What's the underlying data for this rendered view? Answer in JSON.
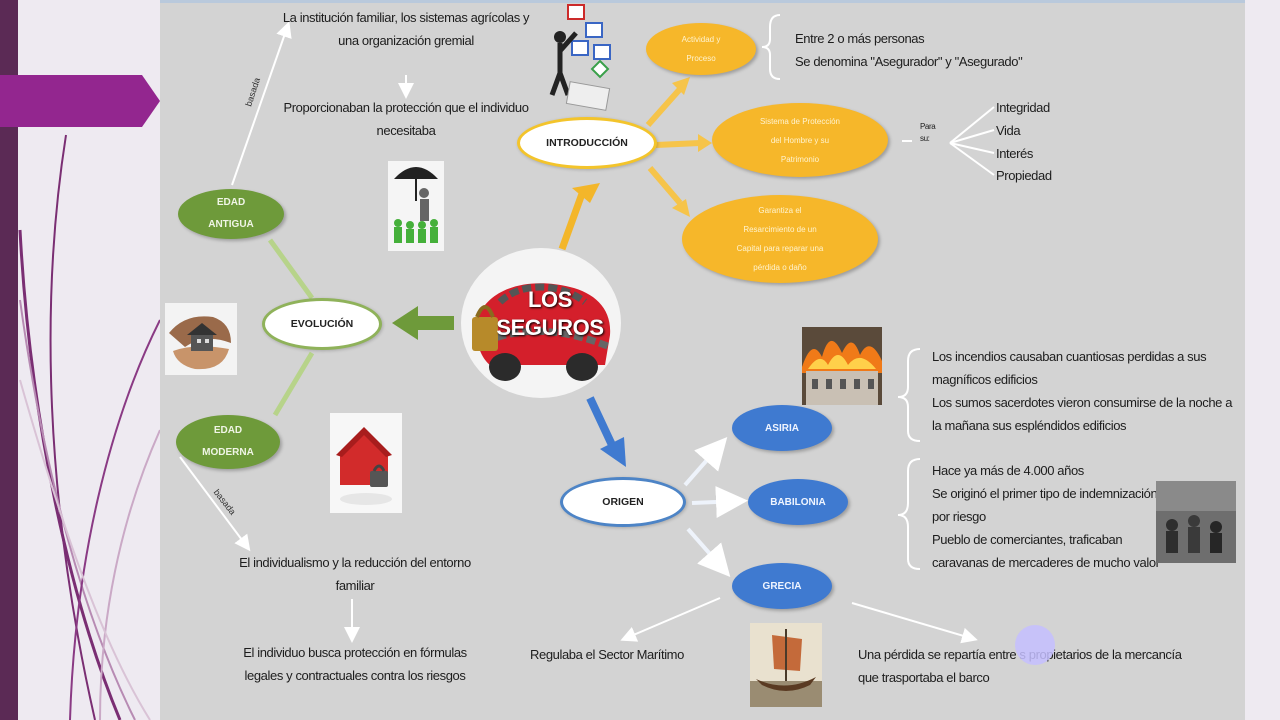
{
  "colors": {
    "left_bar": "#5b2a55",
    "tab": "#93268f",
    "map_background": "#d3d3d3",
    "green_node": "#6e9a3a",
    "orange_node": "#f6b72a",
    "blue_node": "#3f7ad0"
  },
  "center": {
    "line1": "LOS",
    "line2": "SEGUROS"
  },
  "introduccion": {
    "label": "INTRODUCCIÓN",
    "actividad": "Actividad y\nProceso",
    "actividad_detail": [
      "Entre 2 o más personas",
      "Se denomina \"Asegurador\" y \"Asegurado\""
    ],
    "sistema": "Sistema de Protección\ndel Hombre y su\nPatrimonio",
    "para_su": "Para\nsu:",
    "para_items": [
      "Integridad",
      "Vida",
      "Interés",
      "Propiedad"
    ],
    "garantia": "Garantiza el\nResarcimiento de un\nCapital para reparar una\npérdida o daño"
  },
  "evolucion": {
    "label": "EVOLUCIÓN",
    "edad_antigua": "EDAD\nANTIGUA",
    "antigua_link": "basada",
    "antigua_text_1": "La institución familiar, los sistemas agrícolas y\nuna organización gremial",
    "antigua_text_2": "Proporcionaban la protección que el individuo\nnecesitaba",
    "edad_moderna": "EDAD\nMODERNA",
    "moderna_link": "basada",
    "moderna_text_1": "El individualismo y la reducción del entorno\nfamiliar",
    "moderna_text_2": "El individuo busca protección en fórmulas\nlegales y contractuales contra los riesgos"
  },
  "origen": {
    "label": "ORIGEN",
    "asiria": "ASIRIA",
    "asiria_text": "Los incendios causaban cuantiosas perdidas a sus\nmagníficos edificios\nLos sumos sacerdotes vieron consumirse de la noche a\nla mañana sus espléndidos edificios",
    "babilonia": "BABILONIA",
    "babilonia_text": "Hace ya más de 4.000 años\nSe originó el primer tipo de indemnización\npor riesgo\nPueblo de comerciantes, traficaban\ncaravanas de mercaderes de mucho valor",
    "grecia": "GRECIA",
    "grecia_left": "Regulaba el Sector Marítimo",
    "grecia_right": "Una pérdida se repartía entre       s propietarios de la mercancía\nque trasportaba el barco"
  }
}
